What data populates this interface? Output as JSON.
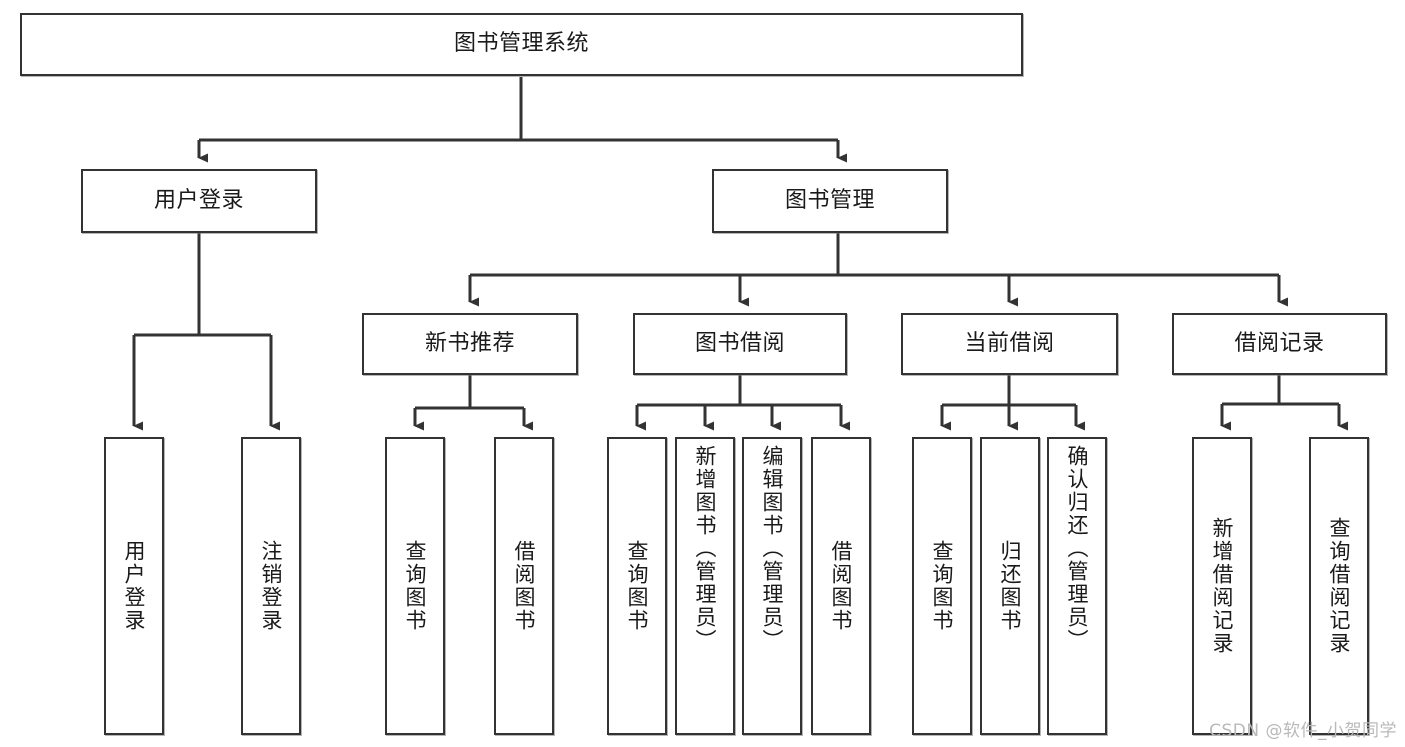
{
  "diagram": {
    "title": "图书管理系统",
    "type": "tree-hierarchy-diagram",
    "colors": {
      "box_border": "#333333",
      "box_fill": "#ffffff",
      "connector": "#333333",
      "text": "#1a1a1a",
      "watermark": "#b9b9b9"
    },
    "root": {
      "label": "图书管理系统"
    },
    "level2": [
      {
        "label": "用户登录"
      },
      {
        "label": "图书管理"
      }
    ],
    "level3": [
      {
        "label": "新书推荐"
      },
      {
        "label": "图书借阅"
      },
      {
        "label": "当前借阅"
      },
      {
        "label": "借阅记录"
      }
    ],
    "leaves": {
      "user_login": [
        {
          "label": "用户登录"
        },
        {
          "label": "注销登录"
        }
      ],
      "new_book_recommend": [
        {
          "label": "查询图书"
        },
        {
          "label": "借阅图书"
        }
      ],
      "book_borrow": [
        {
          "label": "查询图书"
        },
        {
          "label": "新增图书（管理员）"
        },
        {
          "label": "编辑图书（管理员）"
        },
        {
          "label": "借阅图书"
        }
      ],
      "current_borrow": [
        {
          "label": "查询图书"
        },
        {
          "label": "归还图书"
        },
        {
          "label": "确认归还（管理员）"
        }
      ],
      "borrow_record": [
        {
          "label": "新增借阅记录"
        },
        {
          "label": "查询借阅记录"
        }
      ]
    }
  },
  "watermark": {
    "text": "CSDN @软件_小贺同学"
  }
}
